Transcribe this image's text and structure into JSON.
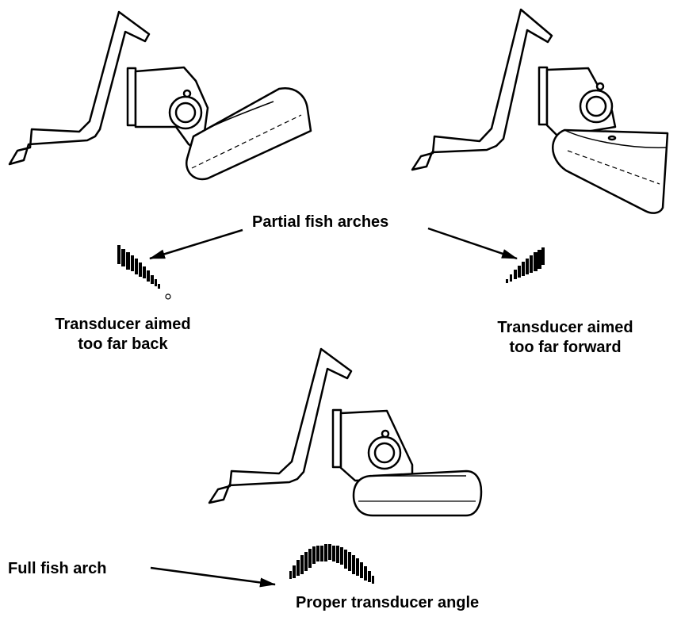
{
  "labels": {
    "partial_fish_arches": "Partial fish arches",
    "aimed_back_line1": "Transducer aimed",
    "aimed_back_line2": "too far back",
    "aimed_forward_line1": "Transducer aimed",
    "aimed_forward_line2": "too far forward",
    "full_fish_arch": "Full fish arch",
    "proper_angle": "Proper transducer angle"
  },
  "colors": {
    "ink": "#000000",
    "paper": "#ffffff"
  }
}
